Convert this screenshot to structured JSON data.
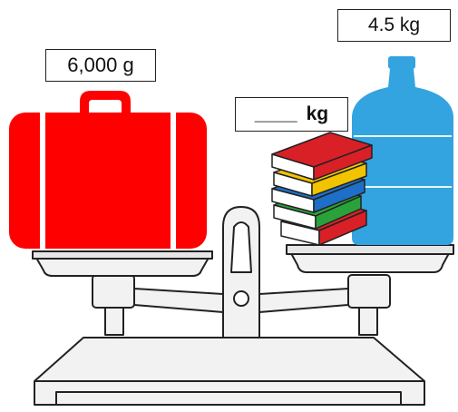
{
  "labels": {
    "suitcase_weight": "6,000 g",
    "jug_weight": "4.5 kg",
    "books_weight_blank": "____",
    "books_weight_unit": "kg"
  },
  "colors": {
    "suitcase": "#ff0000",
    "jug": "#33a4e0",
    "book_red": "#d92027",
    "book_yellow": "#f2c400",
    "book_blue": "#1e6fc8",
    "book_green": "#2aa23a",
    "scale_fill": "#f2f2f2",
    "outline": "#222222"
  },
  "icons": [
    "suitcase-icon",
    "books-icon",
    "water-jug-icon",
    "balance-scale-icon"
  ]
}
